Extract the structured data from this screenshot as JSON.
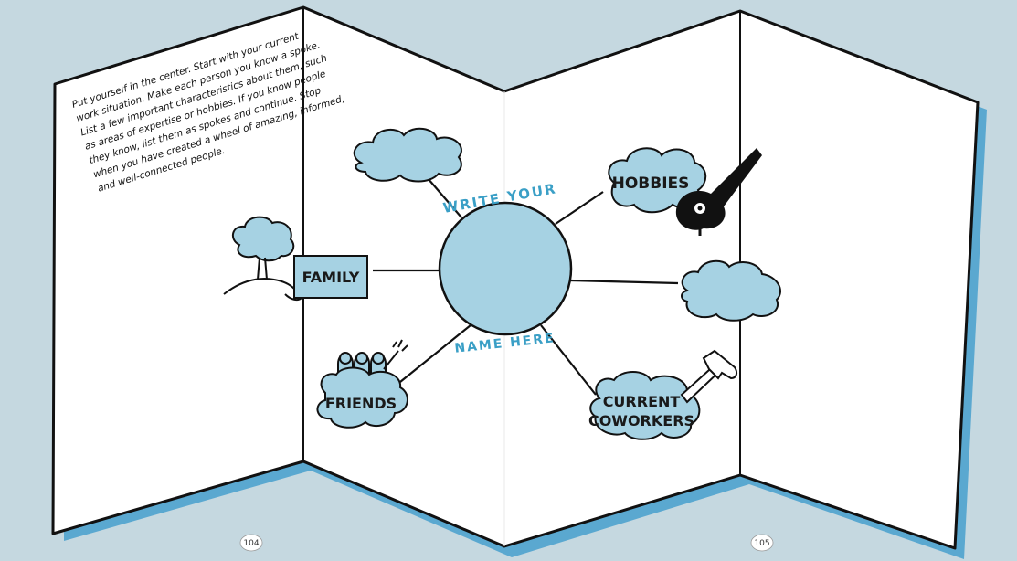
{
  "instructions": [
    "Put yourself in the center. Start with your current",
    "work situation. Make each person you know a spoke.",
    "List a few important characteristics about them, such",
    "as areas of expertise or hobbies. If you know people",
    "they know, list them as spokes and continue. Stop",
    "when you have created a wheel of amazing, informed,",
    "and well-connected people."
  ],
  "center": {
    "top_arc": "WRITE YOUR",
    "bottom_arc": "NAME HERE"
  },
  "spokes": {
    "hobbies": "HOBBIES",
    "family": "FAMILY",
    "friends": "FRIENDS",
    "coworkers_line1": "CURRENT",
    "coworkers_line2": "COWORKERS"
  },
  "page_numbers": {
    "left": "104",
    "right": "105"
  },
  "colors": {
    "background": "#c5d8e0",
    "accent": "#a6d2e3",
    "accent_text": "#3a9fc6",
    "ink": "#111111"
  }
}
